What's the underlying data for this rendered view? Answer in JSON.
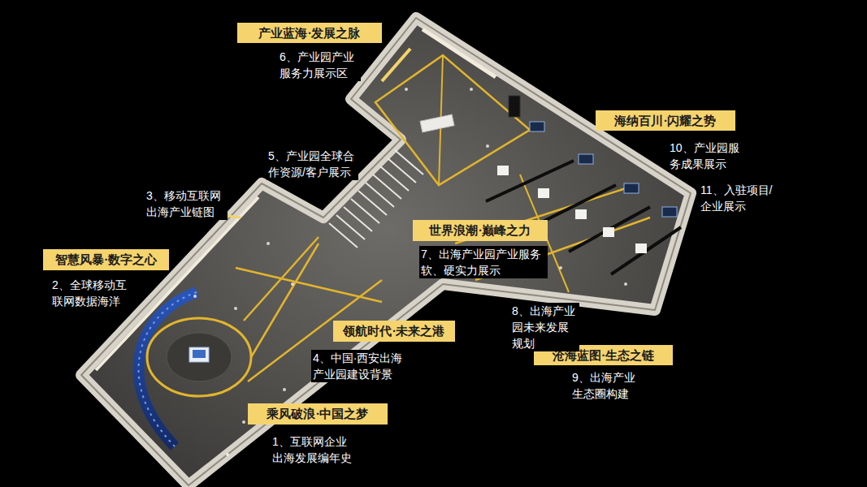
{
  "diagram": {
    "nodes": [
      {
        "text": [
          "产业蓝海·发展之脉"
        ]
      },
      {
        "text": [
          "海纳百川·闪耀之势"
        ]
      },
      {
        "text": [
          "世界浪潮·巅峰之力"
        ]
      },
      {
        "text": [
          "智慧风暴·数字之心"
        ]
      },
      {
        "text": [
          "领航时代·未来之港"
        ]
      },
      {
        "text": [
          "沧海蓝图·生态之链"
        ]
      },
      {
        "text": [
          "乘风破浪·中国之梦"
        ]
      }
    ],
    "labels": [
      "6、产业园产业服务力展示区",
      "5、产业园全球合作资源/客户展示",
      "10、产业园服务成果展示",
      "11、入驻项目/企业展示",
      "3、移动互联网出海产业链图",
      "7、出海产业园产业服务软、硬实力展示",
      "2、全球移动互联网数据海洋",
      "8、出海产业园未来发展规划",
      "4、中国·西安出海产业园建设背景",
      "9、出海产业生态圈构建",
      "1、互联网企业出海发展编年史"
    ]
  }
}
